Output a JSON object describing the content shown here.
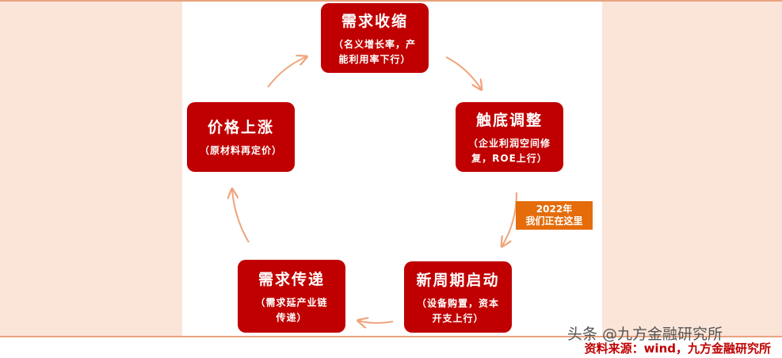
{
  "nodes": {
    "top": {
      "title": "需求收缩",
      "desc_lines": [
        "（名义增长率，产",
        "能利用率下行）"
      ]
    },
    "right": {
      "title": "触底调整",
      "desc_lines": [
        "（企业利润空间修",
        "复，ROE上行）"
      ]
    },
    "bottom_right": {
      "title": "新周期启动",
      "desc_lines": [
        "（设备购置，资本",
        "开支上行）"
      ]
    },
    "bottom_left": {
      "title": "需求传递",
      "desc_lines": [
        "（需求延产业链",
        "传递）"
      ]
    },
    "left": {
      "title": "价格上涨",
      "desc_lines": [
        "（原材料再定价）"
      ]
    }
  },
  "callout": {
    "line1": "2022年",
    "line2": "我们正在这里"
  },
  "watermark": "头条 @九方金融研究所",
  "source": "资料来源：wind，九方金融研究所",
  "colors": {
    "node": "#c00000",
    "callout": "#e46c0a",
    "arrow": "#f0a37a",
    "side": "#fbe4d8"
  }
}
